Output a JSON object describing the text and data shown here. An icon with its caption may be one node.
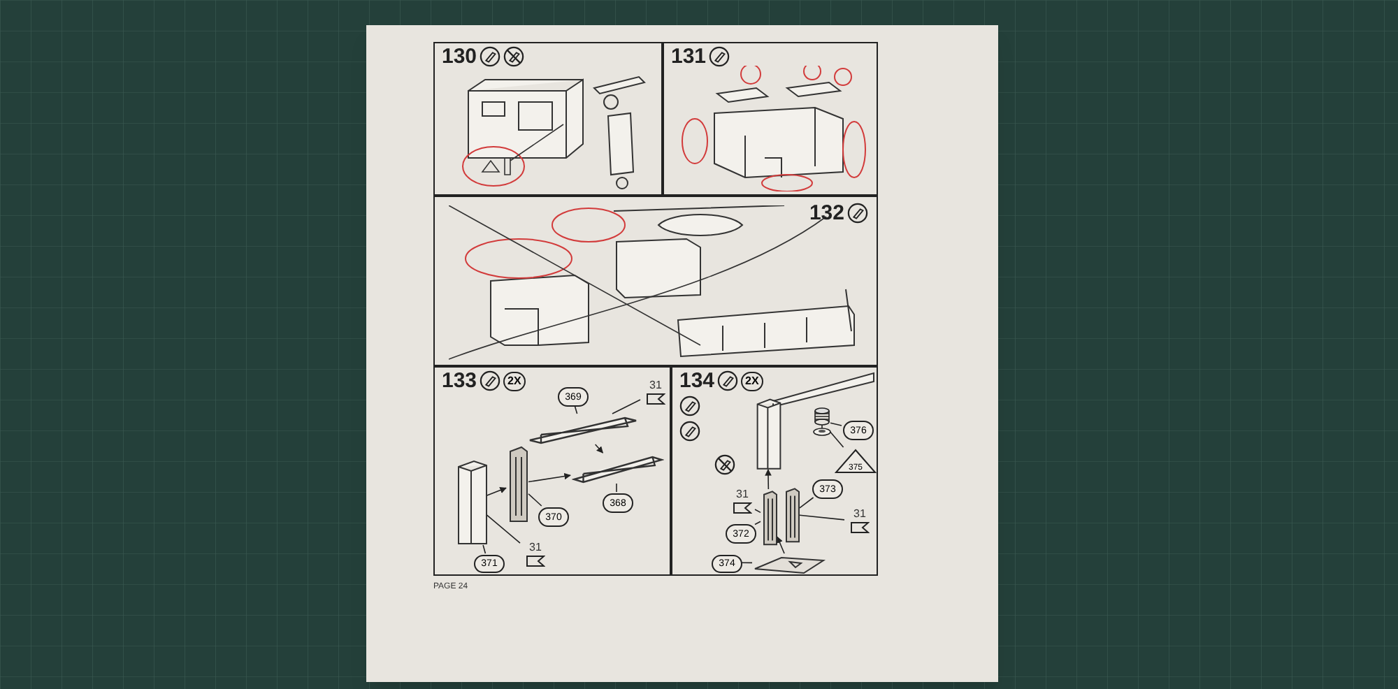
{
  "diagram": {
    "nodes": [
      {
        "text": [
          "130"
        ]
      },
      {
        "text": [
          "131"
        ]
      },
      {
        "text": [
          "132"
        ]
      },
      {
        "text": [
          "133",
          "2X"
        ]
      },
      {
        "text": [
          "134",
          "2X"
        ]
      },
      {
        "text": [
          "369"
        ],
        "in": 3
      },
      {
        "text": [
          "368"
        ],
        "in": 3
      },
      {
        "text": [
          "370"
        ],
        "in": 3
      },
      {
        "text": [
          "371"
        ],
        "in": 3
      },
      {
        "text": [
          "31"
        ],
        "in": 3
      },
      {
        "text": [
          "31"
        ],
        "in": 3
      },
      {
        "text": [],
        "shape": "picture",
        "in": 3
      },
      {
        "text": [],
        "shape": "picture",
        "in": 3
      },
      {
        "text": [],
        "shape": "picture",
        "in": 3
      },
      {
        "text": [],
        "shape": "picture",
        "in": 3
      },
      {
        "text": [
          "373"
        ],
        "in": 4
      },
      {
        "text": [
          "372"
        ],
        "in": 4
      },
      {
        "text": [
          "374"
        ],
        "in": 4
      },
      {
        "text": [
          "376"
        ],
        "in": 4
      },
      {
        "text": [
          "375"
        ],
        "in": 4
      },
      {
        "text": [
          "31"
        ],
        "in": 4
      },
      {
        "text": [
          "31"
        ],
        "in": 4
      },
      {
        "text": [],
        "shape": "picture",
        "in": 4
      },
      {
        "text": [],
        "shape": "picture",
        "in": 4
      },
      {
        "text": [],
        "shape": "picture",
        "in": 4
      },
      {
        "text": [],
        "shape": "picture",
        "in": 4
      },
      {
        "text": [],
        "shape": "picture",
        "in": 4
      }
    ],
    "edges": [
      {
        "from": 5,
        "to": 11,
        "arrow": "none"
      },
      {
        "from": 6,
        "to": 12,
        "arrow": "none"
      },
      {
        "from": 7,
        "to": 13,
        "arrow": "none"
      },
      {
        "from": 8,
        "to": 14,
        "arrow": "none"
      },
      {
        "from": 9,
        "to": 11,
        "arrow": "none"
      },
      {
        "from": 10,
        "to": 14,
        "arrow": "none"
      },
      {
        "from": 11,
        "to": 12,
        "arrow": "to"
      },
      {
        "from": 14,
        "to": 13,
        "arrow": "to"
      },
      {
        "from": 13,
        "to": 12,
        "arrow": "to"
      },
      {
        "from": 15,
        "to": 24,
        "arrow": "none"
      },
      {
        "from": 16,
        "to": 23,
        "arrow": "none"
      },
      {
        "from": 17,
        "to": 25,
        "arrow": "none"
      },
      {
        "from": 20,
        "to": 23,
        "arrow": "none"
      },
      {
        "from": 21,
        "to": 24,
        "arrow": "none"
      },
      {
        "from": 18,
        "to": 26,
        "arrow": "none"
      },
      {
        "from": 19,
        "to": 26,
        "arrow": "none"
      },
      {
        "from": 23,
        "to": 22,
        "arrow": "to"
      },
      {
        "from": 25,
        "to": 23,
        "arrow": "to"
      }
    ],
    "labels": [
      "PAGE 24"
    ]
  }
}
